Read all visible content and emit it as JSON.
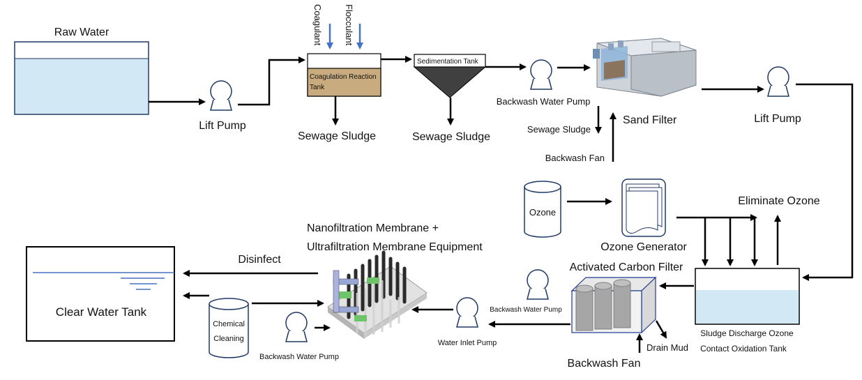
{
  "labels": {
    "raw_water": "Raw Water",
    "lift_pump_1": "Lift Pump",
    "coagulant": "Coagulant",
    "flocculant": "Flocculant",
    "coagulation_tank_line1": "Coagulation Reaction",
    "coagulation_tank_line2": "Tank",
    "sewage_sludge_1": "Sewage Sludge",
    "sedimentation_tank": "Sedimentation Tank",
    "sewage_sludge_2": "Sewage Sludge",
    "backwash_water_pump_1": "Backwash Water Pump",
    "sewage_sludge_3": "Sewage Sludge",
    "sand_filter": "Sand Filter",
    "backwash_fan_1": "Backwash Fan",
    "lift_pump_2": "Lift Pump",
    "ozone": "Ozone",
    "ozone_generator": "Ozone Generator",
    "eliminate_ozone": "Eliminate Ozone",
    "membrane_line1": "Nanofiltration Membrane +",
    "membrane_line2": "Ultrafiltration Membrane Equipment",
    "disinfect": "Disinfect",
    "clear_water_tank": "Clear Water Tank",
    "chemical_cleaning_line1": "Chemical",
    "chemical_cleaning_line2": "Cleaning",
    "backwash_water_pump_2": "Backwash Water Pump",
    "backwash_water_pump_3": "Backwash Water Pump",
    "water_inlet_pump": "Water Inlet Pump",
    "activated_carbon_filter": "Activated Carbon Filter",
    "drain_mud": "Drain Mud",
    "backwash_fan_2": "Backwash Fan",
    "ozone_tank_line1": "Sludge Discharge Ozone",
    "ozone_tank_line2": "Contact Oxidation Tank"
  },
  "colors": {
    "water": "#d3e8f5",
    "line": "#000000",
    "tank_edge": "#1f3864",
    "sludge": "#c8ab7e",
    "dosing_arrow": "#4472c4",
    "pump_edge": "#1f3864",
    "carbon_fill": "#a6a6a6",
    "carbon_frame": "#1f3c8c"
  }
}
